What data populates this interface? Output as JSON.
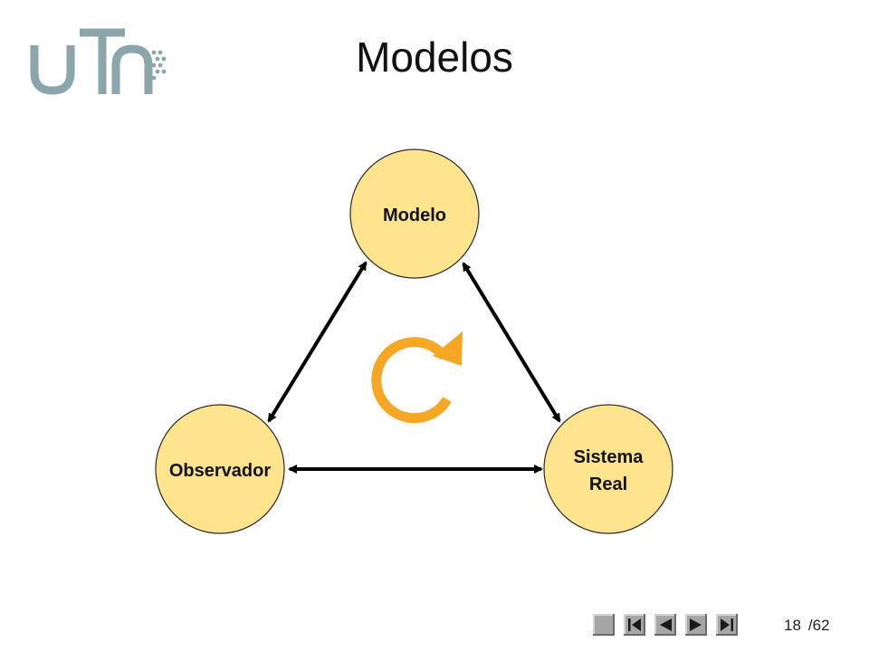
{
  "slide": {
    "title": "Modelos"
  },
  "logo": {
    "text": "uTn",
    "color": "#8aa6aa"
  },
  "diagram": {
    "nodes": [
      {
        "id": "modelo",
        "lines": [
          "Modelo"
        ]
      },
      {
        "id": "observador",
        "lines": [
          "Observador"
        ]
      },
      {
        "id": "sistema-real",
        "lines": [
          "Sistema",
          "Real"
        ]
      }
    ],
    "connections": [
      {
        "from": "observador",
        "to": "modelo",
        "bidirectional": true
      },
      {
        "from": "modelo",
        "to": "sistema-real",
        "bidirectional": true
      },
      {
        "from": "observador",
        "to": "sistema-real",
        "bidirectional": true
      }
    ],
    "cycle_icon": "refresh-icon",
    "colors": {
      "node_fill": "#fde38b",
      "node_stroke": "#2b2b2b",
      "arrow": "#000000",
      "cycle": "#f5a623"
    }
  },
  "navigation": {
    "buttons": [
      "blank-icon",
      "first-page-icon",
      "prev-page-icon",
      "next-page-icon",
      "last-page-icon"
    ],
    "current_page": "18",
    "total_pages": "/62"
  }
}
